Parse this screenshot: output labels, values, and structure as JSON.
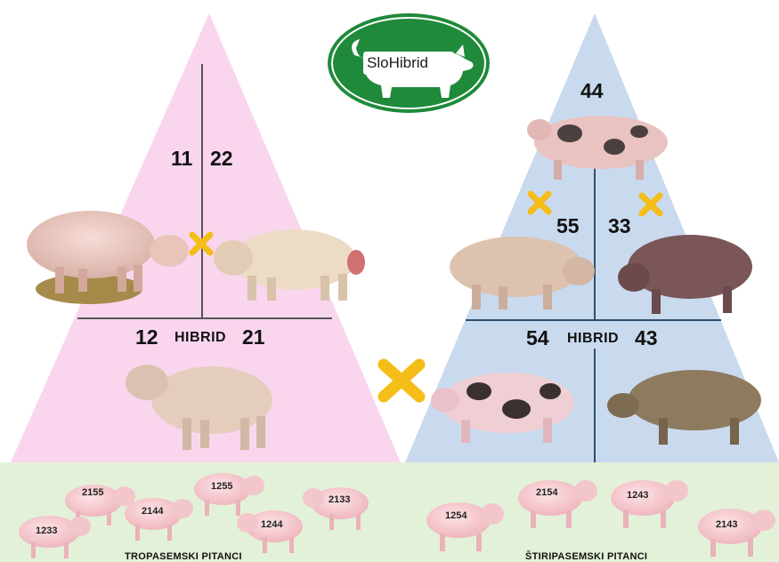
{
  "logo": {
    "text": "SloHibrid",
    "color": "#1f8a3a"
  },
  "left_pyramid": {
    "color": "#f9d6ee",
    "top_labels": [
      "11",
      "22"
    ],
    "hybrid_left": "12",
    "hybrid_right": "21",
    "hybrid_word": "HIBRID"
  },
  "right_pyramid": {
    "color": "#c9daee",
    "top_label": "44",
    "mid_labels": [
      "55",
      "33"
    ],
    "hybrid_left": "54",
    "hybrid_right": "43",
    "hybrid_word": "HIBRID"
  },
  "cross_color": "#f5bd18",
  "bottom": {
    "color": "#e3f1d8",
    "left_piglets": [
      "2155",
      "1255",
      "2144",
      "2133",
      "1233",
      "1244"
    ],
    "right_piglets": [
      "2154",
      "1243",
      "1254",
      "2143"
    ],
    "left_caption": "TROPASEMSKI PITANCI",
    "right_caption": "ŠTIRIPASEMSKI PITANCI"
  }
}
